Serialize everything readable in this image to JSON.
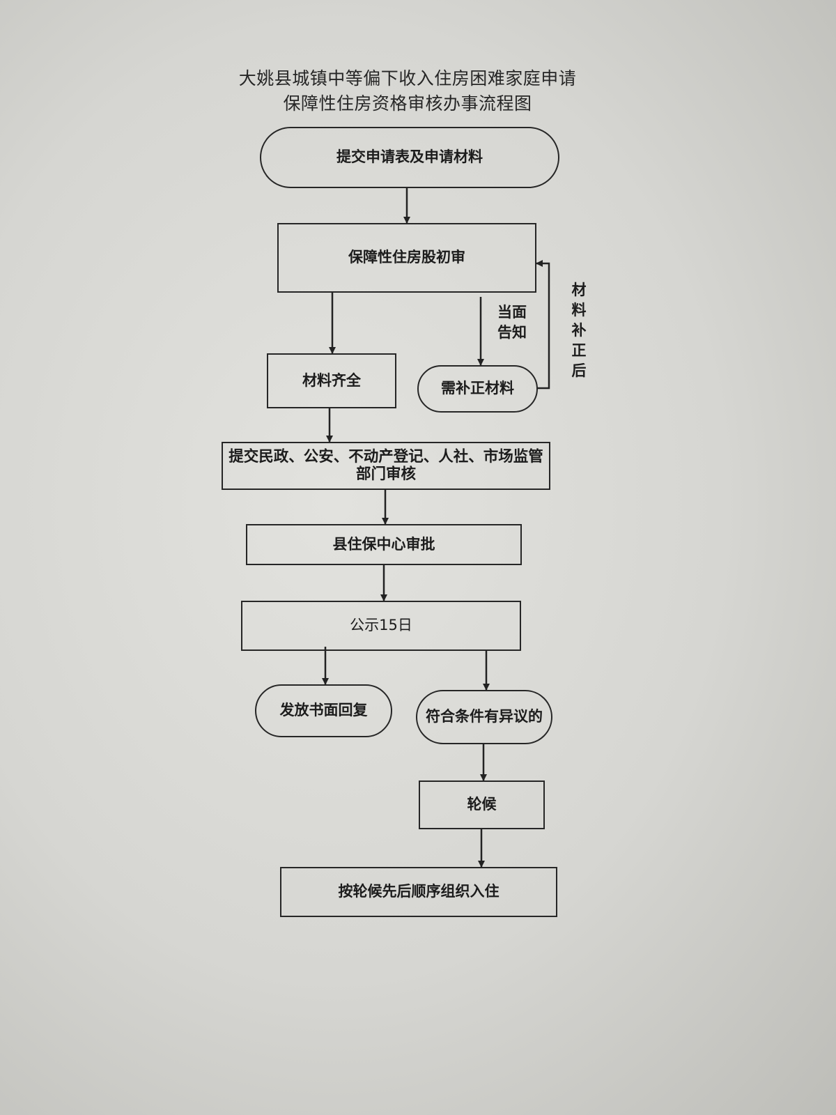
{
  "title": {
    "line1": "大姚县城镇中等偏下收入住房困难家庭申请",
    "line2": "保障性住房资格审核办事流程图"
  },
  "nodes": {
    "submit": "提交申请表及申请材料",
    "initial_review": "保障性住房股初审",
    "complete": "材料齐全",
    "need_supplement": "需补正材料",
    "departments": "提交民政、公安、不动产登记、人社、市场监管部门审核",
    "center_approval": "县住保中心审批",
    "publicity": "公示15日",
    "written_reply": "发放书面回复",
    "qualified_objection": "符合条件有异议的",
    "waiting": "轮候",
    "move_in": "按轮候先后顺序组织入住"
  },
  "edge_labels": {
    "notify": "当面告知",
    "after_supplement": "材料补正后"
  }
}
